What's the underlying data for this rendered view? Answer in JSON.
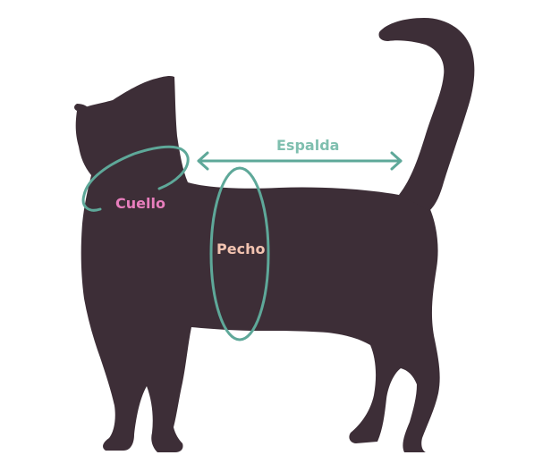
{
  "labels": {
    "neck": "Cuello",
    "chest": "Pecho",
    "back": "Espalda"
  },
  "colors": {
    "silhouette": "#3d2e37",
    "measure_line": "#5ea899",
    "neck_text": "#e87ebd",
    "chest_text": "#f2c3b0",
    "back_text": "#7fbfaf",
    "background": "#ffffff"
  }
}
